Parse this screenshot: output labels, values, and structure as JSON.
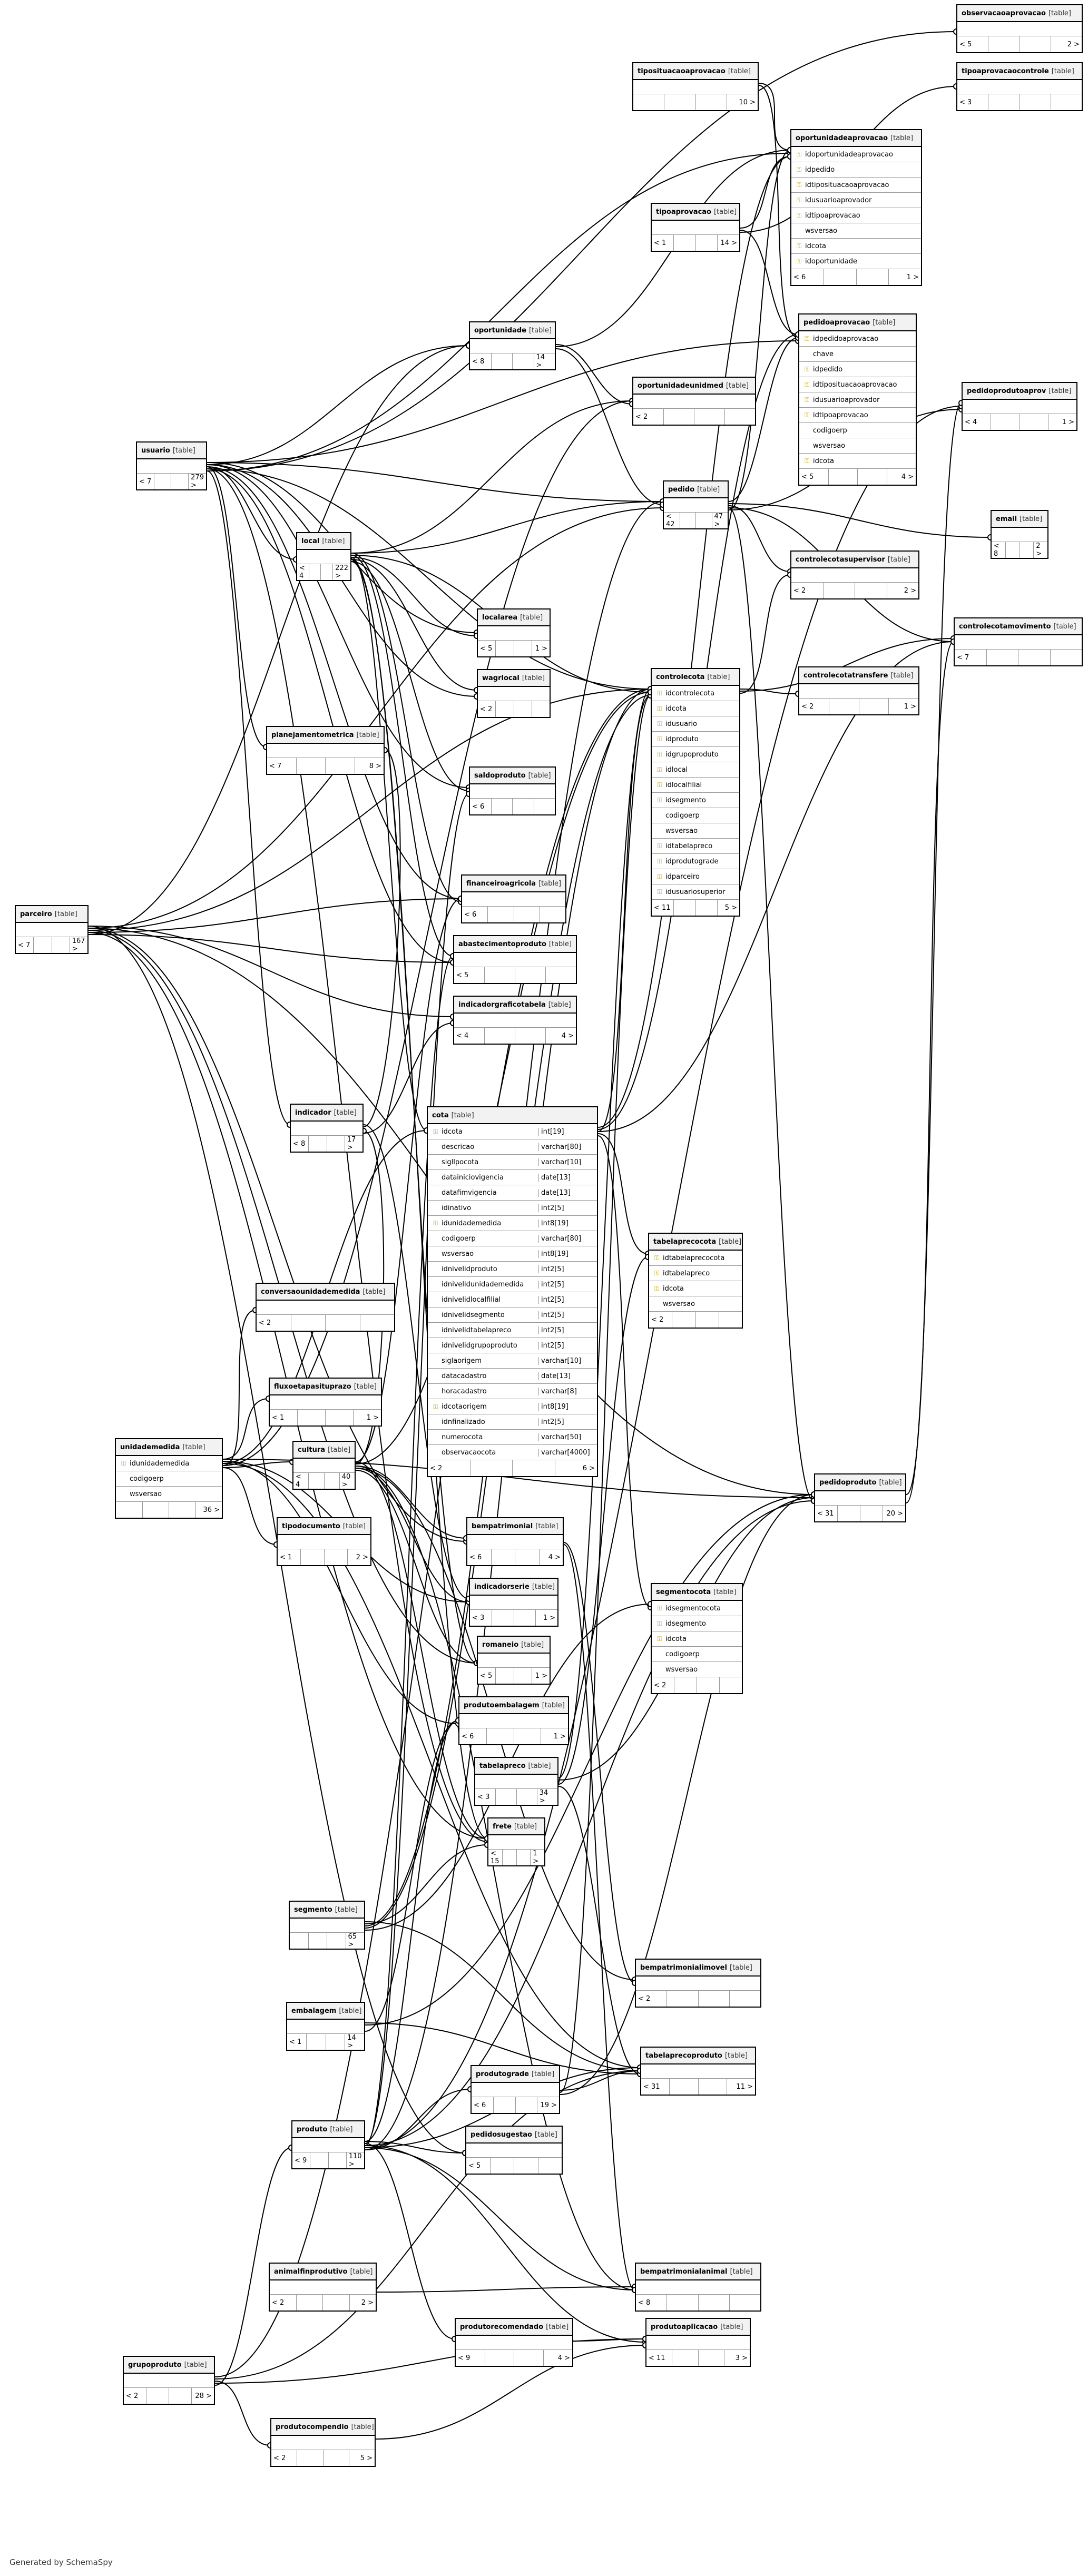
{
  "tag": "[table]",
  "generated": "Generated by SchemaSpy",
  "tables": [
    {
      "name": "observacaoaprovacao",
      "left": "< 5",
      "right": "2 >"
    },
    {
      "name": "tipoaprovacaocontrole",
      "left": "< 3",
      "right": ""
    },
    {
      "name": "tiposituacaoaprovacao",
      "left": "",
      "right": "10 >"
    },
    {
      "name": "oportunidadeaprovacao",
      "left": "< 6",
      "right": "1 >",
      "cols": [
        {
          "k": true,
          "n": "idoportunidadeaprovacao"
        },
        {
          "k": true,
          "n": "idpedido"
        },
        {
          "k": true,
          "n": "idtiposituacaoaprovacao"
        },
        {
          "k": true,
          "n": "idusuarioaprovador"
        },
        {
          "k": true,
          "n": "idtipoaprovacao"
        },
        {
          "k": false,
          "n": "wsversao"
        },
        {
          "k": true,
          "n": "idcota"
        },
        {
          "k": true,
          "n": "idoportunidade"
        }
      ]
    },
    {
      "name": "tipoaprovacao",
      "left": "< 1",
      "right": "14 >"
    },
    {
      "name": "pedidoaprovacao",
      "left": "< 5",
      "right": "4 >",
      "cols": [
        {
          "k": true,
          "n": "idpedidoaprovacao"
        },
        {
          "k": false,
          "n": "chave"
        },
        {
          "k": true,
          "n": "idpedido"
        },
        {
          "k": true,
          "n": "idtiposituacaoaprovacao"
        },
        {
          "k": true,
          "n": "idusuarioaprovador"
        },
        {
          "k": true,
          "n": "idtipoaprovacao"
        },
        {
          "k": false,
          "n": "codigoerp"
        },
        {
          "k": false,
          "n": "wsversao"
        },
        {
          "k": true,
          "n": "idcota"
        }
      ]
    },
    {
      "name": "pedidoprodutoaprov",
      "left": "< 4",
      "right": "1 >"
    },
    {
      "name": "oportunidade",
      "left": "< 8",
      "right": "14 >"
    },
    {
      "name": "oportunidadeunidmed",
      "left": "< 2",
      "right": ""
    },
    {
      "name": "usuario",
      "left": "< 7",
      "right": "279 >"
    },
    {
      "name": "pedido",
      "left": "< 42",
      "right": "47 >"
    },
    {
      "name": "email",
      "left": "< 8",
      "right": "2 >"
    },
    {
      "name": "local",
      "left": "< 4",
      "right": "222 >"
    },
    {
      "name": "controlecotasupervisor",
      "left": "< 2",
      "right": "2 >"
    },
    {
      "name": "controlecotamovimento",
      "left": "< 7",
      "right": ""
    },
    {
      "name": "localarea",
      "left": "< 5",
      "right": "1 >"
    },
    {
      "name": "controlecota",
      "left": "< 11",
      "right": "5 >",
      "cols": [
        {
          "k": true,
          "n": "idcontrolecota"
        },
        {
          "k": true,
          "n": "idcota"
        },
        {
          "k": true,
          "n": "idusuario"
        },
        {
          "k": true,
          "n": "idproduto"
        },
        {
          "k": true,
          "n": "idgrupoproduto"
        },
        {
          "k": true,
          "n": "idlocal"
        },
        {
          "k": true,
          "n": "idlocalfilial"
        },
        {
          "k": true,
          "n": "idsegmento"
        },
        {
          "k": false,
          "n": "codigoerp"
        },
        {
          "k": false,
          "n": "wsversao"
        },
        {
          "k": true,
          "n": "idtabelapreco"
        },
        {
          "k": true,
          "n": "idprodutograde"
        },
        {
          "k": true,
          "n": "idparceiro"
        },
        {
          "k": true,
          "n": "idusuariosuperior"
        }
      ]
    },
    {
      "name": "controlecotatransfere",
      "left": "< 2",
      "right": "1 >"
    },
    {
      "name": "wagrlocal",
      "left": "< 2",
      "right": ""
    },
    {
      "name": "planejamentometrica",
      "left": "< 7",
      "right": "8 >"
    },
    {
      "name": "saldoproduto",
      "left": "< 6",
      "right": ""
    },
    {
      "name": "parceiro",
      "left": "< 7",
      "right": "167 >"
    },
    {
      "name": "financeiroagricola",
      "left": "< 6",
      "right": ""
    },
    {
      "name": "abastecimentoproduto",
      "left": "< 5",
      "right": ""
    },
    {
      "name": "indicadorgraficotabela",
      "left": "< 4",
      "right": "4 >"
    },
    {
      "name": "indicador",
      "left": "< 8",
      "right": "17 >"
    },
    {
      "name": "cota",
      "left": "< 2",
      "right": "6 >",
      "cols": [
        {
          "k": true,
          "n": "idcota",
          "t": "int[19]"
        },
        {
          "k": false,
          "n": "descricao",
          "t": "varchar[80]"
        },
        {
          "k": false,
          "n": "sigllpocota",
          "t": "varchar[10]"
        },
        {
          "k": false,
          "n": "datainiciovigencia",
          "t": "date[13]"
        },
        {
          "k": false,
          "n": "datafimvigencia",
          "t": "date[13]"
        },
        {
          "k": false,
          "n": "idinativo",
          "t": "int2[5]"
        },
        {
          "k": true,
          "n": "idunidademedida",
          "t": "int8[19]"
        },
        {
          "k": false,
          "n": "codigoerp",
          "t": "varchar[80]"
        },
        {
          "k": false,
          "n": "wsversao",
          "t": "int8[19]"
        },
        {
          "k": false,
          "n": "idnivelidproduto",
          "t": "int2[5]"
        },
        {
          "k": false,
          "n": "idnivelidunidademedida",
          "t": "int2[5]"
        },
        {
          "k": false,
          "n": "idnivelidlocalfilial",
          "t": "int2[5]"
        },
        {
          "k": false,
          "n": "idnivelidsegmento",
          "t": "int2[5]"
        },
        {
          "k": false,
          "n": "idnivelidtabelapreco",
          "t": "int2[5]"
        },
        {
          "k": false,
          "n": "idnivelidgrupoproduto",
          "t": "int2[5]"
        },
        {
          "k": false,
          "n": "siglaorigem",
          "t": "varchar[10]"
        },
        {
          "k": false,
          "n": "datacadastro",
          "t": "date[13]"
        },
        {
          "k": false,
          "n": "horacadastro",
          "t": "varchar[8]"
        },
        {
          "k": true,
          "n": "idcotaorigem",
          "t": "int8[19]"
        },
        {
          "k": false,
          "n": "idnfinalizado",
          "t": "int2[5]"
        },
        {
          "k": false,
          "n": "numerocota",
          "t": "varchar[50]"
        },
        {
          "k": false,
          "n": "observacaocota",
          "t": "varchar[4000]"
        }
      ]
    },
    {
      "name": "tabelaprecocota",
      "left": "< 2",
      "right": "",
      "cols": [
        {
          "k": true,
          "n": "idtabelaprecocota"
        },
        {
          "k": true,
          "n": "idtabelapreco"
        },
        {
          "k": true,
          "n": "idcota"
        },
        {
          "k": false,
          "n": "wsversao"
        }
      ]
    },
    {
      "name": "conversaounidademedida",
      "left": "< 2",
      "right": ""
    },
    {
      "name": "fluxoetapasituprazo",
      "left": "< 1",
      "right": "1 >"
    },
    {
      "name": "unidademedida",
      "left": "",
      "right": "36 >",
      "cols": [
        {
          "k": true,
          "n": "idunidademedida"
        },
        {
          "k": false,
          "n": "codigoerp"
        },
        {
          "k": false,
          "n": "wsversao"
        }
      ]
    },
    {
      "name": "cultura",
      "left": "< 4",
      "right": "40 >"
    },
    {
      "name": "pedidoproduto",
      "left": "< 31",
      "right": "20 >"
    },
    {
      "name": "tipodocumento",
      "left": "< 1",
      "right": "2 >"
    },
    {
      "name": "bempatrimonial",
      "left": "< 6",
      "right": "4 >"
    },
    {
      "name": "indicadorserie",
      "left": "< 3",
      "right": "1 >"
    },
    {
      "name": "segmentocota",
      "left": "< 2",
      "right": "",
      "cols": [
        {
          "k": true,
          "n": "idsegmentocota"
        },
        {
          "k": true,
          "n": "idsegmento"
        },
        {
          "k": true,
          "n": "idcota"
        },
        {
          "k": false,
          "n": "codigoerp"
        },
        {
          "k": false,
          "n": "wsversao"
        }
      ]
    },
    {
      "name": "romaneio",
      "left": "< 5",
      "right": "1 >"
    },
    {
      "name": "produtoembalagem",
      "left": "< 6",
      "right": "1 >"
    },
    {
      "name": "tabelapreco",
      "left": "< 3",
      "right": "34 >"
    },
    {
      "name": "frete",
      "left": "< 15",
      "right": "1 >"
    },
    {
      "name": "segmento",
      "left": "",
      "right": "65 >"
    },
    {
      "name": "bempatrimonialimovel",
      "left": "< 2",
      "right": ""
    },
    {
      "name": "embalagem",
      "left": "< 1",
      "right": "14 >"
    },
    {
      "name": "tabelaprecoproduto",
      "left": "< 31",
      "right": "11 >"
    },
    {
      "name": "produtograde",
      "left": "< 6",
      "right": "19 >"
    },
    {
      "name": "produto",
      "left": "< 9",
      "right": "110 >"
    },
    {
      "name": "pedidosugestao",
      "left": "< 5",
      "right": ""
    },
    {
      "name": "animalfinprodutivo",
      "left": "< 2",
      "right": "2 >"
    },
    {
      "name": "bempatrimonialanimal",
      "left": "< 8",
      "right": ""
    },
    {
      "name": "produtorecomendado",
      "left": "< 9",
      "right": "4 >"
    },
    {
      "name": "produtoaplicacao",
      "left": "< 11",
      "right": "3 >"
    },
    {
      "name": "grupoproduto",
      "left": "< 2",
      "right": "28 >"
    },
    {
      "name": "produtocompendio",
      "left": "< 2",
      "right": "5 >"
    }
  ]
}
